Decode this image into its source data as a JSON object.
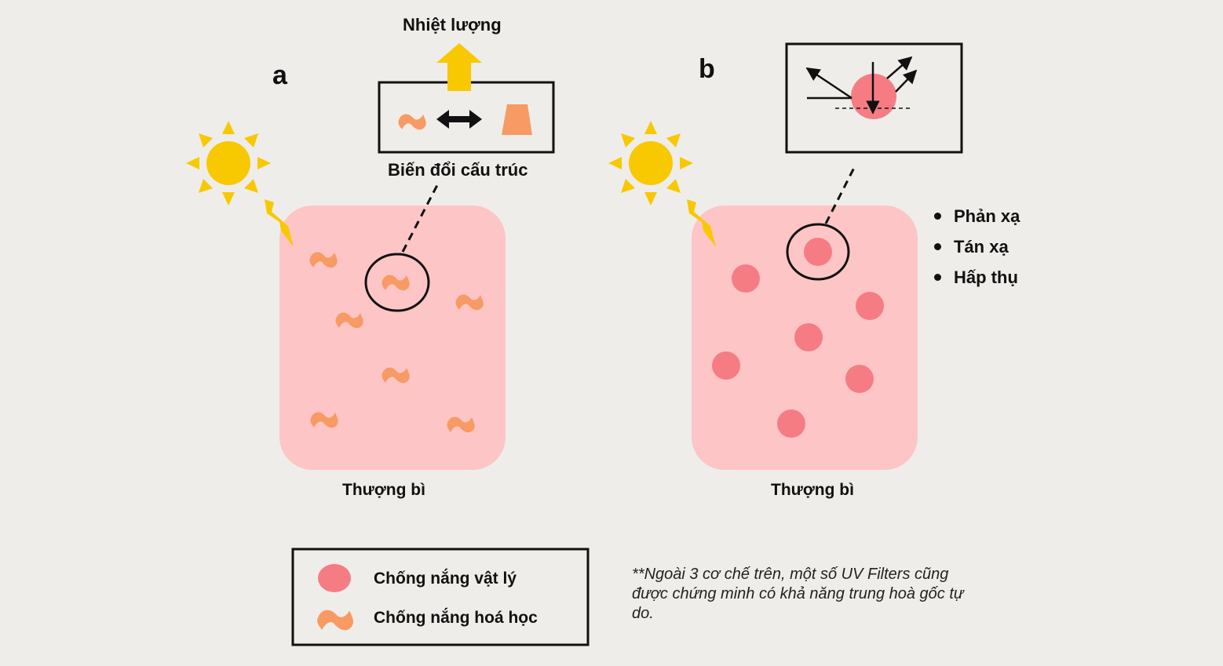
{
  "panels": {
    "a": {
      "letter": "a",
      "heat_label": "Nhiệt lượng",
      "structure_label": "Biến đổi cấu trúc",
      "epidermis_label": "Thượng bì"
    },
    "b": {
      "letter": "b",
      "epidermis_label": "Thượng bì",
      "mechanisms": [
        "Phản xạ",
        "Tán xạ",
        "Hấp thụ"
      ]
    }
  },
  "legend": {
    "physical": "Chống nắng vật lý",
    "chemical": "Chống nắng hoá học"
  },
  "note": "**Ngoài 3 cơ chế trên, một số UV Filters cũng được chứng minh có khả năng trung hoà gốc tự do.",
  "colors": {
    "background": "#efede9",
    "epidermis": "#fdc5c6",
    "physical_filter": "#f67c84",
    "chemical_filter": "#f89a64",
    "sun": "#f8c800",
    "lightning": "#f8c800",
    "outline": "#111111"
  },
  "icons": [
    "sun-icon",
    "lightning-icon",
    "heat-arrow-icon",
    "double-arrow-icon",
    "reflection-arrows-icon"
  ]
}
